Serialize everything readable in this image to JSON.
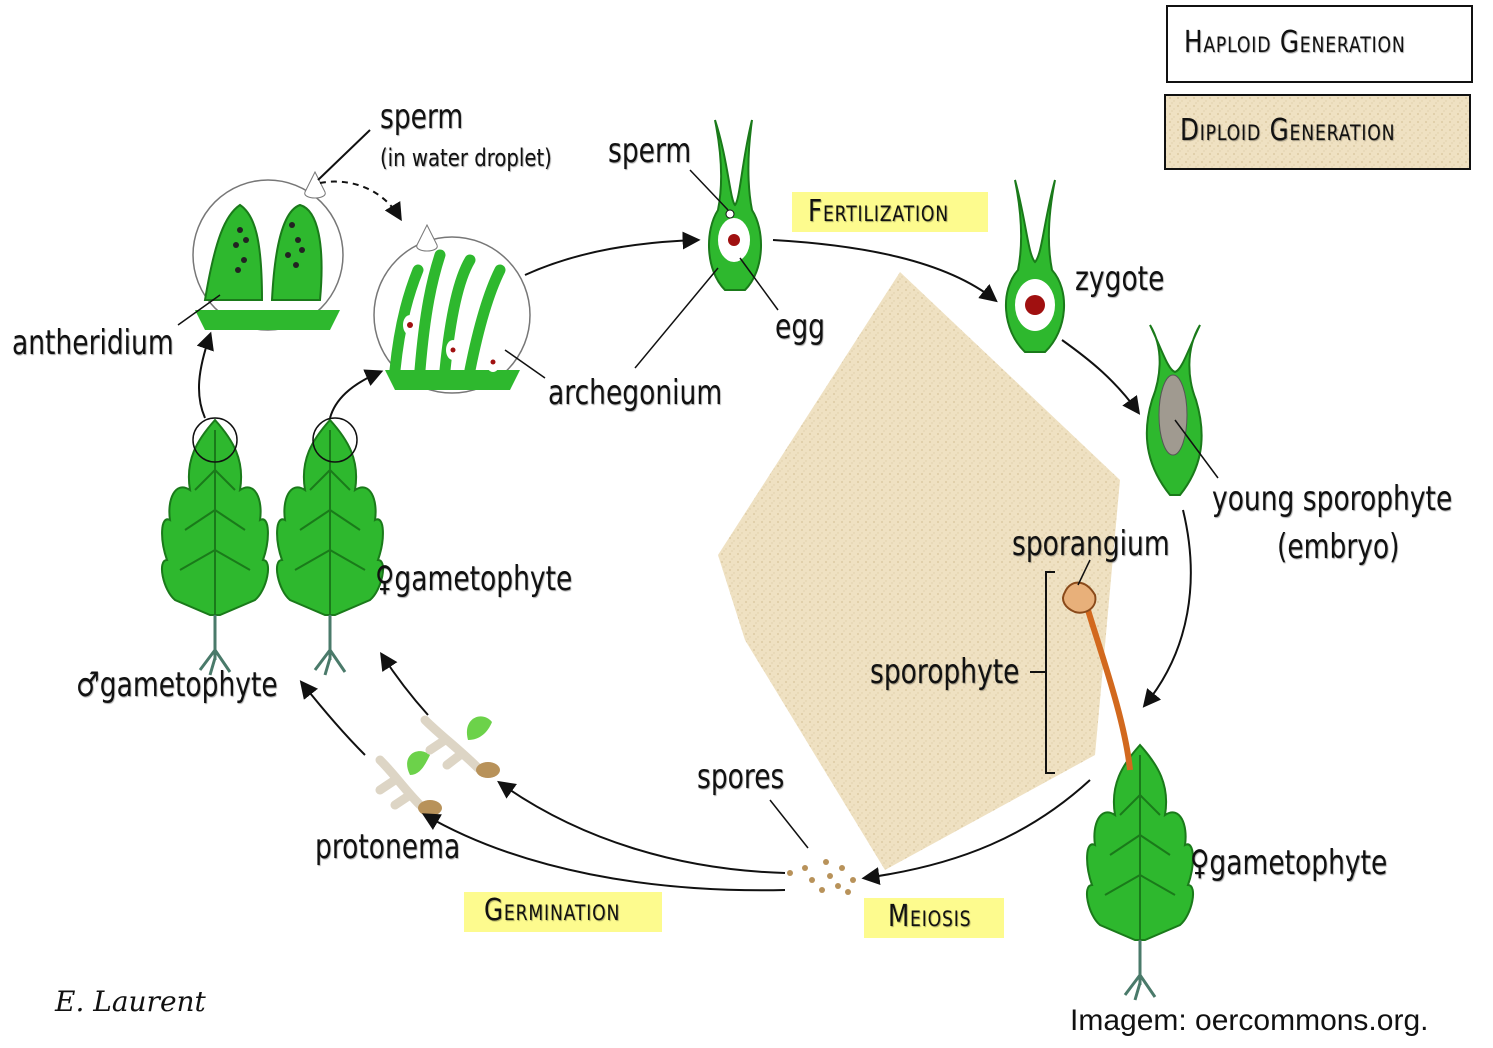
{
  "legend": {
    "haploid": "Haploid Generation",
    "diploid": "Diploid Generation"
  },
  "labels": {
    "sperm_droplet": "sperm",
    "sperm_droplet_note": "(in water droplet)",
    "sperm": "sperm",
    "egg": "egg",
    "archegonium": "archegonium",
    "antheridium": "antheridium",
    "zygote": "zygote",
    "young_sporophyte": "young sporophyte",
    "young_sporophyte_note": "(embryo)",
    "sporangium": "sporangium",
    "sporophyte": "sporophyte",
    "female_gametophyte_left": "♀gametophyte",
    "male_gametophyte": "♂gametophyte",
    "female_gametophyte_right": "♀gametophyte",
    "protonema": "protonema",
    "spores": "spores"
  },
  "stages": {
    "fertilization": "Fertilization",
    "germination": "Germination",
    "meiosis": "Meiosis"
  },
  "credit": "Imagem: oercommons.org.",
  "signature": "E. Laurent",
  "colors": {
    "plant_green": "#2eb82e",
    "dark_green": "#1a7a1a",
    "diploid_tan": "#efe1c2",
    "highlight": "#fdfb8e",
    "egg_red": "#a01010",
    "sporophyte_orange": "#d2691e"
  }
}
